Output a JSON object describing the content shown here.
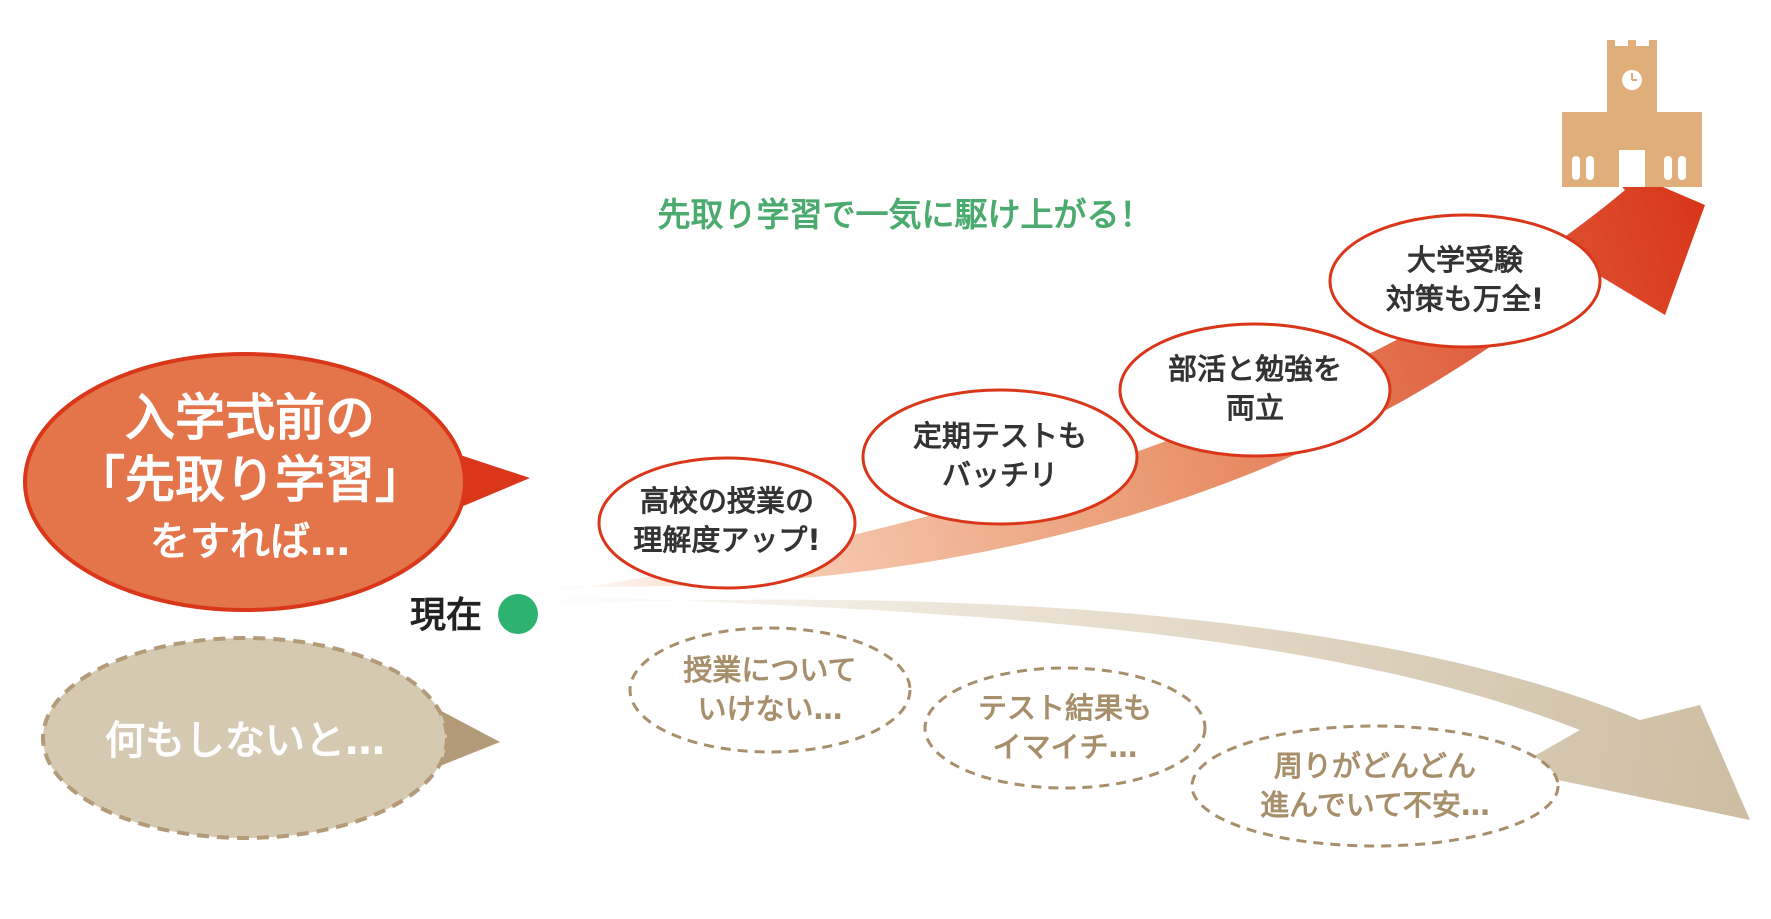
{
  "colors": {
    "orange_bubble": "#E4744A",
    "orange_deep": "#D9361A",
    "orange_light": "#F6CDB5",
    "beige": "#D6C9B2",
    "beige_dark": "#B39A79",
    "green": "#4BAA6E",
    "now_dot": "#2DB36F",
    "building": "#DFAE7A",
    "dark_text": "#333333",
    "beige_text": "#A88F6C"
  },
  "headline": "先取り学習で一気に駆け上がる！",
  "now_label": "現在",
  "left_bubble": {
    "line1": "入学式前の",
    "line2": "「先取り学習」",
    "line3": "をすれば…"
  },
  "do_nothing_label": "何もしないと…",
  "up_path": [
    {
      "line1": "高校の授業の",
      "line2": "理解度アップ!"
    },
    {
      "line1": "定期テストも",
      "line2": "バッチリ"
    },
    {
      "line1": "部活と勉強を",
      "line2": "両立"
    },
    {
      "line1": "大学受験",
      "line2": "対策も万全!"
    }
  ],
  "down_path": [
    {
      "line1": "授業について",
      "line2": "いけない…"
    },
    {
      "line1": "テスト結果も",
      "line2": "イマイチ…"
    },
    {
      "line1": "周りがどんどん",
      "line2": "進んでいて不安…"
    }
  ],
  "icons": {
    "building": "university-clock-tower-icon",
    "now_marker": "green-dot-icon"
  }
}
